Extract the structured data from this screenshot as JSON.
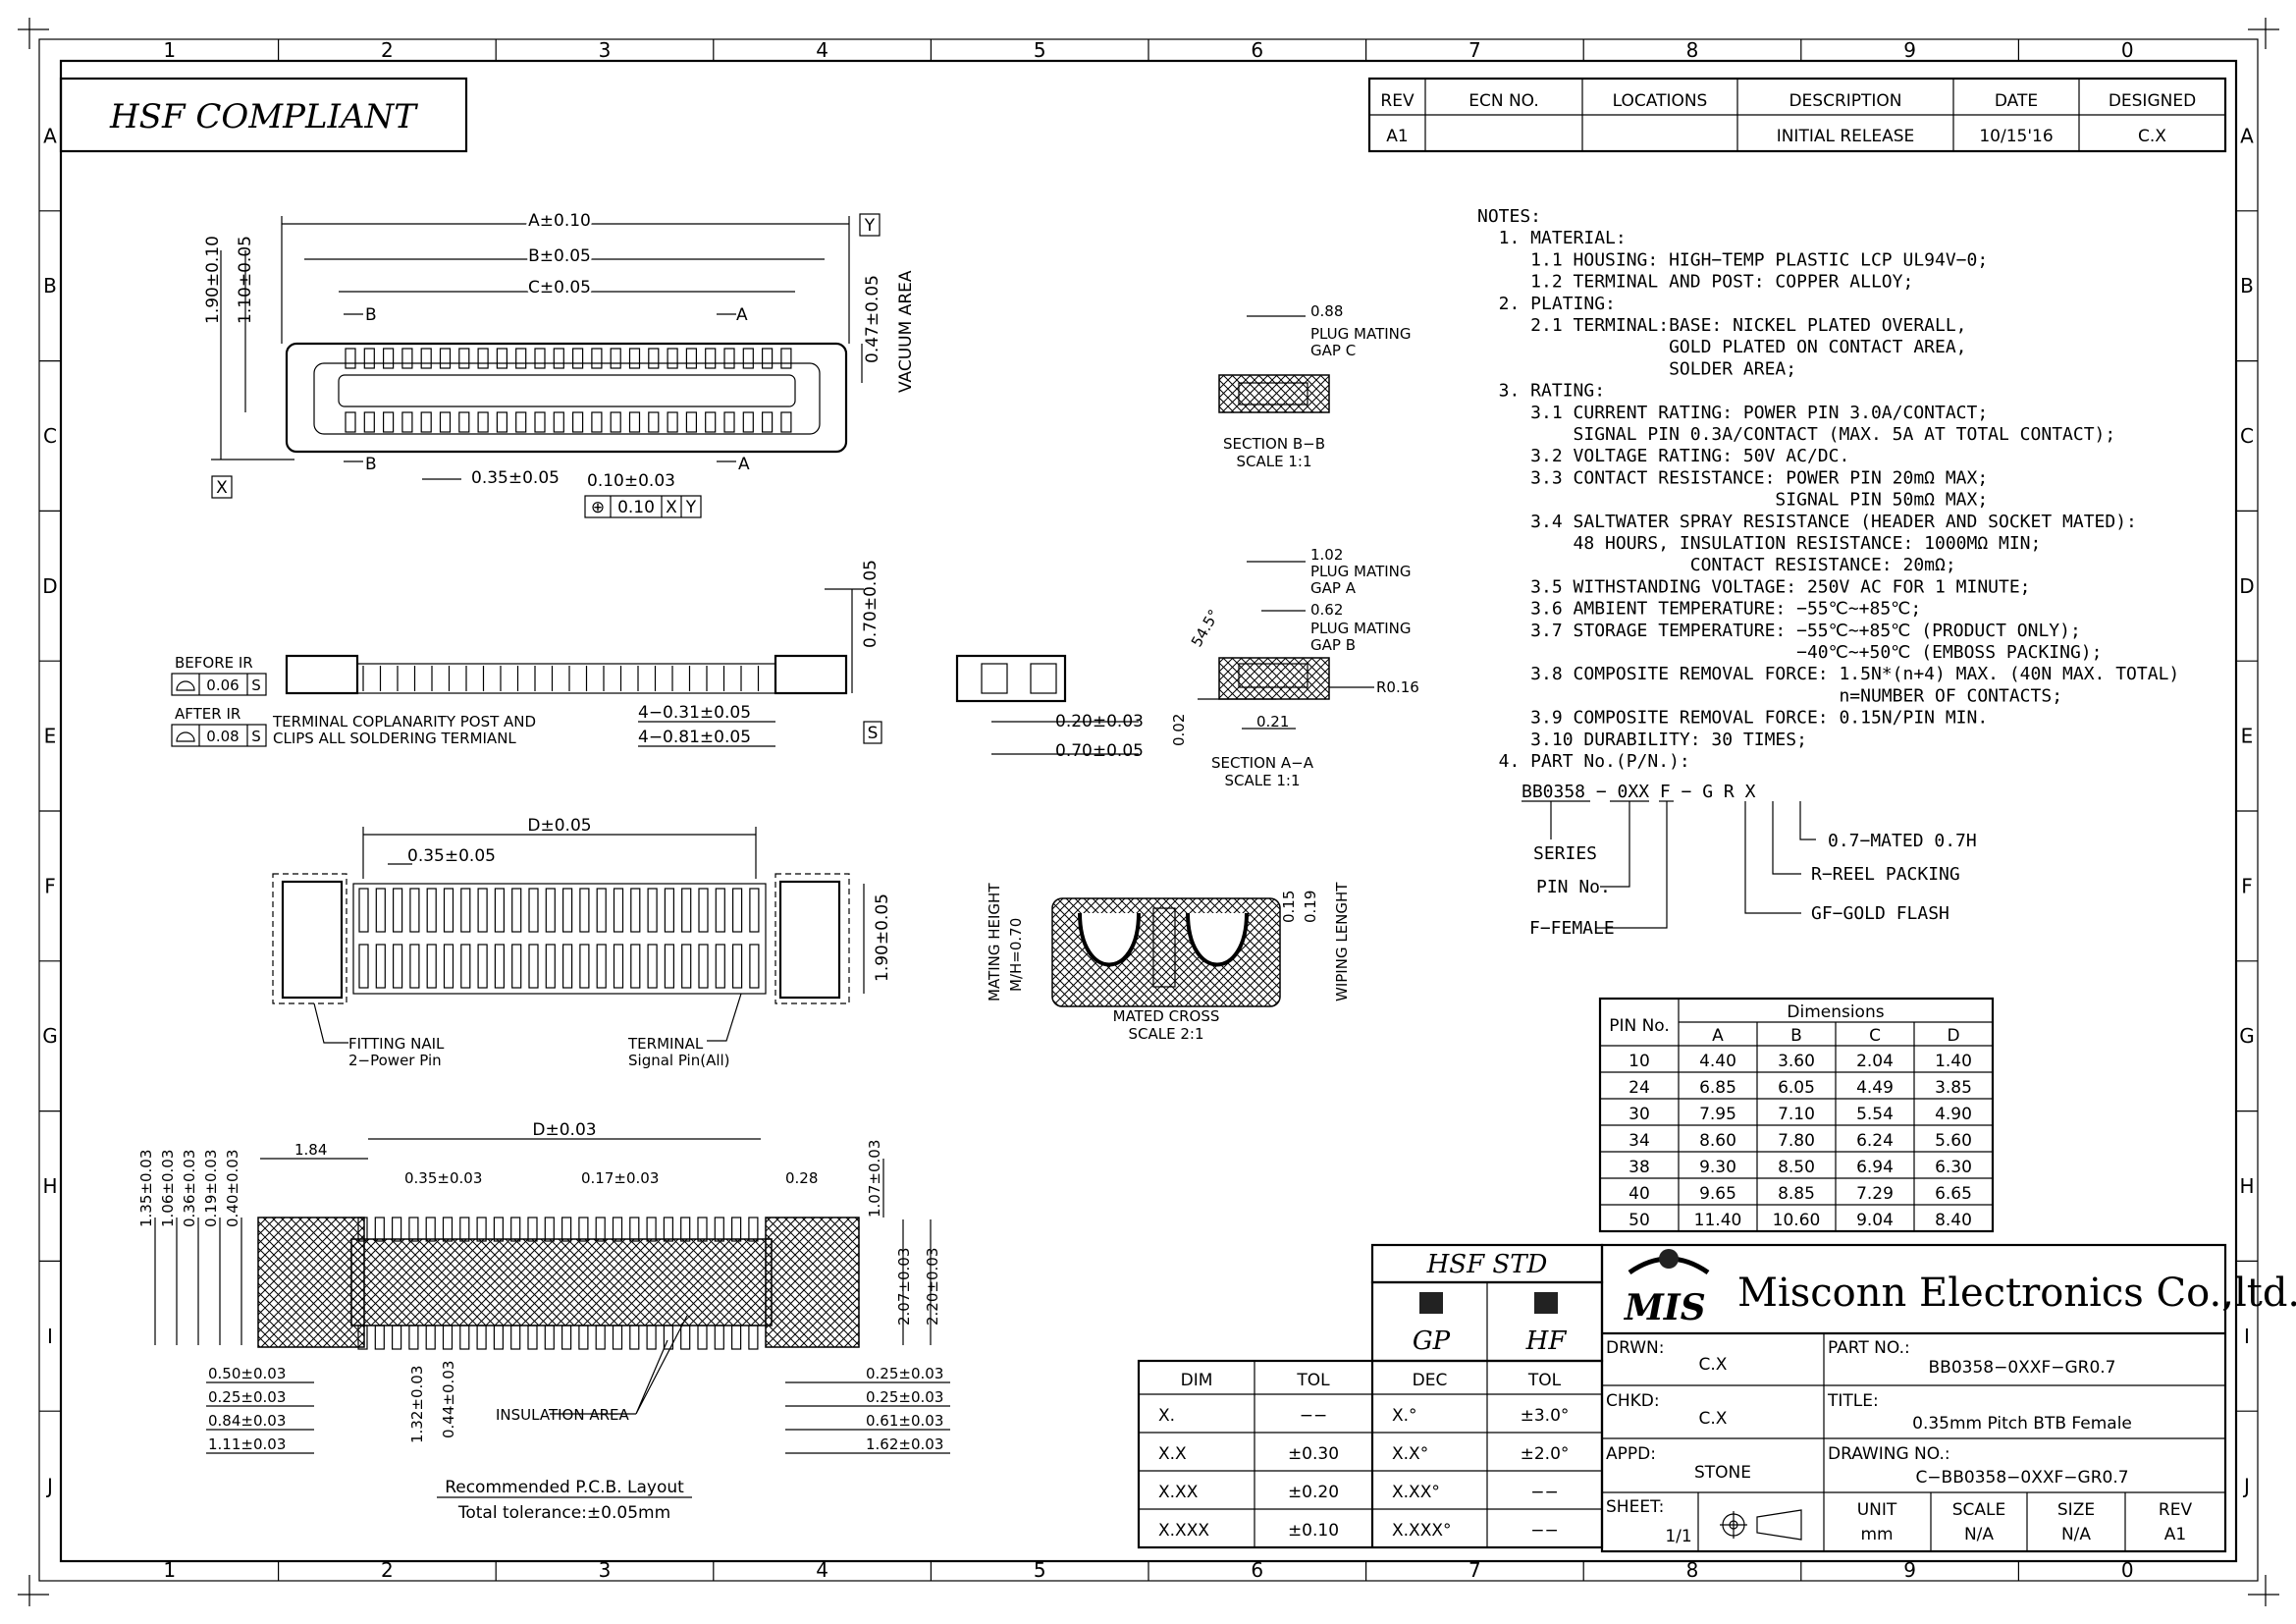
{
  "header": {
    "compliance_stamp": "HSF COMPLIANT"
  },
  "zones": {
    "columns": [
      "1",
      "2",
      "3",
      "4",
      "5",
      "6",
      "7",
      "8",
      "9",
      "0"
    ],
    "rows": [
      "A",
      "B",
      "C",
      "D",
      "E",
      "F",
      "G",
      "H",
      "I",
      "J"
    ]
  },
  "revision_table": {
    "headers": [
      "REV",
      "ECN NO.",
      "LOCATIONS",
      "DESCRIPTION",
      "DATE",
      "DESIGNED"
    ],
    "row": [
      "A1",
      "",
      "",
      "INITIAL RELEASE",
      "10/15'16",
      "C.X"
    ]
  },
  "top_view": {
    "dim_a": "A±0.10",
    "dim_b": "B±0.05",
    "dim_c": "C±0.05",
    "dim_190": "1.90±0.10",
    "dim_110": "1.10±0.05",
    "dim_047": "0.47±0.05",
    "vacuum": "VACUUM AREA",
    "pitch": "0.35±0.05",
    "tol": "0.10±0.03",
    "datum_y": "Y",
    "datum_x": "X",
    "sec_b": "B",
    "sec_a": "A",
    "fcf": [
      "⊕",
      "0.10",
      "X",
      "Y"
    ]
  },
  "side_view": {
    "before_ir": "BEFORE IR",
    "before_val": "0.06",
    "after_ir": "AFTER IR",
    "after_val": "0.08",
    "datum_s": "S",
    "coplanarity_1": "TERMINAL COPLANARITY POST AND",
    "coplanarity_2": "CLIPS ALL SOLDERING TERMIANL",
    "dim_031": "4−0.31±0.05",
    "dim_081": "4−0.81±0.05",
    "dim_070": "0.70±0.05"
  },
  "end_view": {
    "dim_020": "0.20±0.03",
    "dim_070": "0.70±0.05"
  },
  "section_bb": {
    "dim": "0.88",
    "note_1": "PLUG MATING",
    "note_2": "GAP C",
    "title": "SECTION B−B",
    "scale": "SCALE 1:1"
  },
  "section_aa": {
    "dim_102": "1.02",
    "note_a1": "PLUG MATING",
    "note_a2": "GAP A",
    "dim_062": "0.62",
    "note_b1": "PLUG MATING",
    "note_b2": "GAP B",
    "angle": "54.5°",
    "r": "R0.16",
    "dim_002": "0.02",
    "dim_021": "0.21",
    "title": "SECTION A−A",
    "scale": "SCALE 1:1"
  },
  "bottom_view": {
    "dim_d": "D±0.05",
    "pitch": "0.35±0.05",
    "dim_190": "1.90±0.05",
    "nail_1": "FITTING NAIL",
    "nail_2": "2−Power Pin",
    "term_1": "TERMINAL",
    "term_2": "Signal Pin(All)"
  },
  "mated": {
    "height_1": "MATING HEIGHT",
    "height_2": "M/H=0.70",
    "dim_015": "0.15",
    "dim_019": "0.19",
    "wiping": "WIPING LENGHT",
    "title": "MATED CROSS",
    "scale": "SCALE 2:1"
  },
  "pcb": {
    "dim_184": "1.84",
    "dim_d": "D±0.03",
    "pitch": "0.35±0.03",
    "dim_017": "0.17±0.03",
    "dim_028": "0.28",
    "left_dims": [
      "1.35±0.03",
      "1.06±0.03",
      "0.36±0.03",
      "0.19±0.03",
      "0.40±0.03"
    ],
    "dim_107": "1.07±0.03",
    "dim_207": "2.07±0.03",
    "dim_220": "2.20±0.03",
    "bl": [
      "0.50±0.03",
      "0.25±0.03",
      "0.84±0.03",
      "1.11±0.03"
    ],
    "br": [
      "0.25±0.03",
      "0.25±0.03",
      "0.61±0.03",
      "1.62±0.03"
    ],
    "dim_132": "1.32±0.03",
    "dim_044": "0.44±0.03",
    "insulation": "INSULATION AREA",
    "title": "Recommended P.C.B. Layout",
    "tolerance": "Total tolerance:±0.05mm"
  },
  "notes": {
    "lines": [
      "NOTES:",
      "  1. MATERIAL:",
      "     1.1 HOUSING: HIGH−TEMP PLASTIC LCP UL94V−0;",
      "     1.2 TERMINAL AND POST: COPPER ALLOY;",
      "  2. PLATING:",
      "     2.1 TERMINAL:BASE: NICKEL PLATED OVERALL,",
      "                  GOLD PLATED ON CONTACT AREA,",
      "                  SOLDER AREA;",
      "  3. RATING:",
      "     3.1 CURRENT RATING: POWER PIN 3.0A/CONTACT;",
      "         SIGNAL PIN 0.3A/CONTACT (MAX. 5A AT TOTAL CONTACT);",
      "     3.2 VOLTAGE RATING: 50V AC/DC.",
      "     3.3 CONTACT RESISTANCE: POWER PIN 20mΩ MAX;",
      "                            SIGNAL PIN 50mΩ MAX;",
      "     3.4 SALTWATER SPRAY RESISTANCE (HEADER AND SOCKET MATED):",
      "         48 HOURS, INSULATION RESISTANCE: 1000MΩ MIN;",
      "                    CONTACT RESISTANCE: 20mΩ;",
      "     3.5 WITHSTANDING VOLTAGE: 250V AC FOR 1 MINUTE;",
      "     3.6 AMBIENT TEMPERATURE: −55℃~+85℃;",
      "     3.7 STORAGE TEMPERATURE: −55℃~+85℃ (PRODUCT ONLY);",
      "                              −40℃~+50℃ (EMBOSS PACKING);",
      "     3.8 COMPOSITE REMOVAL FORCE: 1.5N*(n+4) MAX. (40N MAX. TOTAL)",
      "                                  n=NUMBER OF CONTACTS;",
      "     3.9 COMPOSITE REMOVAL FORCE: 0.15N/PIN MIN.",
      "     3.10 DURABILITY: 30 TIMES;",
      "  4. PART No.(P/N.):"
    ]
  },
  "part_code": {
    "code": "BB0358 − 0XX F − G R X",
    "mated": "0.7−MATED 0.7H",
    "series": "SERIES",
    "reel": "R−REEL PACKING",
    "pin": "PIN No.",
    "gold": "GF−GOLD FLASH",
    "female": "F−FEMALE"
  },
  "dimensions_table": {
    "pin_header": "PIN No.",
    "group_header": "Dimensions",
    "columns": [
      "A",
      "B",
      "C",
      "D"
    ],
    "rows": [
      [
        "10",
        "4.40",
        "3.60",
        "2.04",
        "1.40"
      ],
      [
        "24",
        "6.85",
        "6.05",
        "4.49",
        "3.85"
      ],
      [
        "30",
        "7.95",
        "7.10",
        "5.54",
        "4.90"
      ],
      [
        "34",
        "8.60",
        "7.80",
        "6.24",
        "5.60"
      ],
      [
        "38",
        "9.30",
        "8.50",
        "6.94",
        "6.30"
      ],
      [
        "40",
        "9.65",
        "8.85",
        "7.29",
        "6.65"
      ],
      [
        "50",
        "11.40",
        "10.60",
        "9.04",
        "8.40"
      ]
    ]
  },
  "hsf_std": {
    "title": "HSF STD",
    "gp": "GP",
    "hf": "HF"
  },
  "tolerance_table": {
    "headers": [
      "DIM",
      "TOL",
      "DEC",
      "TOL"
    ],
    "rows": [
      [
        "X.",
        "−−",
        "X.°",
        "±3.0°"
      ],
      [
        "X.X",
        "±0.30",
        "X.X°",
        "±2.0°"
      ],
      [
        "X.XX",
        "±0.20",
        "X.XX°",
        "−−"
      ],
      [
        "X.XXX",
        "±0.10",
        "X.XXX°",
        "−−"
      ]
    ]
  },
  "title_block": {
    "logo": "MIS",
    "company": "Misconn Electronics Co.,ltd.",
    "drwn_label": "DRWN:",
    "drwn": "C.X",
    "part_label": "PART NO.:",
    "part": "BB0358−0XXF−GR0.7",
    "chkd_label": "CHKD:",
    "chkd": "C.X",
    "title_label": "TITLE:",
    "title": "0.35mm Pitch BTB Female",
    "appd_label": "APPD:",
    "appd": "STONE",
    "drawing_label": "DRAWING NO.:",
    "drawing": "C−BB0358−0XXF−GR0.7",
    "sheet_label": "SHEET:",
    "sheet": "1/1",
    "unit_label": "UNIT",
    "unit": "mm",
    "scale_label": "SCALE",
    "scale": "N/A",
    "size_label": "SIZE",
    "size": "N/A",
    "rev_label": "REV",
    "rev": "A1"
  }
}
